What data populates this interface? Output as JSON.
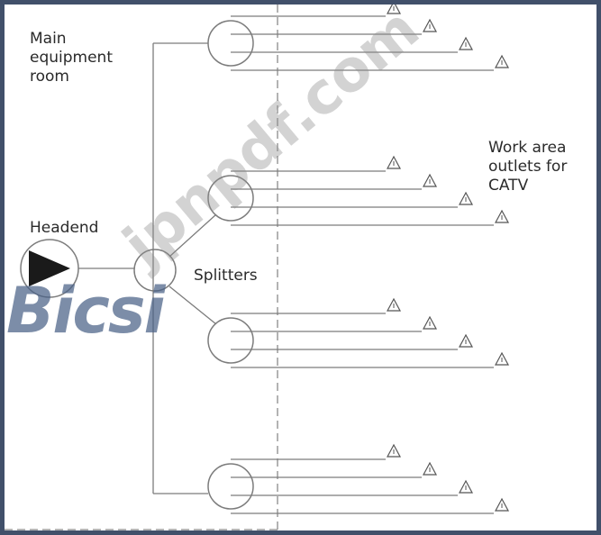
{
  "labels": {
    "main_room": "Main\nequipment\nroom",
    "headend": "Headend",
    "splitters": "Splitters",
    "work_area": "Work area\noutlets for\nCATV"
  },
  "watermark": {
    "logo": "Bicsi",
    "site": "jpnpdf.com"
  },
  "colors": {
    "line": "#7c7c7c",
    "border": "#41506a",
    "logo": "#4a6186"
  },
  "icons": {
    "outlet": "warning-triangle-icon",
    "headend": "play-triangle-icon"
  },
  "diagram": {
    "secondary_splitter_count": 4,
    "outlets_per_splitter": 4
  }
}
